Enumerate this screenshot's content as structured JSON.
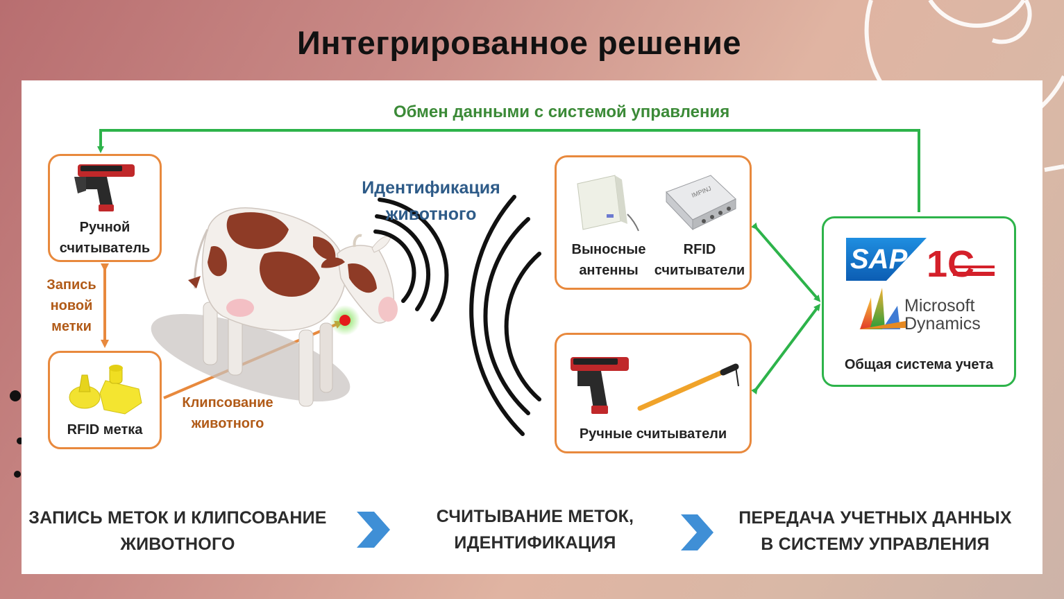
{
  "slide": {
    "title": "Интегрированное решение"
  },
  "diagram": {
    "top_link_label": "Обмен данными с системой управления",
    "handheld_reader": {
      "line1": "Ручной",
      "line2": "считыватель"
    },
    "write_new_tag": {
      "line1": "Запись",
      "line2": "новой",
      "line3": "метки"
    },
    "rfid_tag": {
      "label": "RFID метка"
    },
    "clipping": {
      "line1": "Клипсование",
      "line2": "животного"
    },
    "identification": {
      "line1": "Идентификация",
      "line2": "животного"
    },
    "remote_antennas": {
      "line1": "Выносные",
      "line2": "антенны"
    },
    "rfid_readers": {
      "line1": "RFID",
      "line2": "считыватели"
    },
    "handheld_readers": {
      "label": "Ручные считыватели"
    },
    "accounting_system": {
      "sap_logo": "SAP",
      "onec_logo": "1С",
      "ms_line1": "Microsoft",
      "ms_line2": "Dynamics",
      "label": "Общая система учета"
    },
    "impinj_text": "IMPINJ"
  },
  "stages": {
    "stage1": {
      "line1": "ЗАПИСЬ МЕТОК И КЛИПСОВАНИЕ",
      "line2": "ЖИВОТНОГО"
    },
    "stage2": {
      "line1": "СЧИТЫВАНИЕ МЕТОК,",
      "line2": "ИДЕНТИФИКАЦИЯ"
    },
    "stage3": {
      "line1": "ПЕРЕДАЧА УЧЕТНЫХ ДАННЫХ",
      "line2": "В СИСТЕМУ УПРАВЛЕНИЯ"
    }
  },
  "colors": {
    "green": "#2db34a",
    "orange": "#e8893d",
    "blue_arrow": "#3f8fd6",
    "label_blue": "#2e5b88"
  },
  "icons": [
    "handheld-reader-icon",
    "ear-tag-icon",
    "cow-illustration",
    "signal-waves-icon",
    "panel-antenna-icon",
    "rfid-reader-device-icon",
    "wand-reader-icon",
    "sap-logo",
    "onec-logo",
    "microsoft-dynamics-logo",
    "chevron-right-icon"
  ]
}
